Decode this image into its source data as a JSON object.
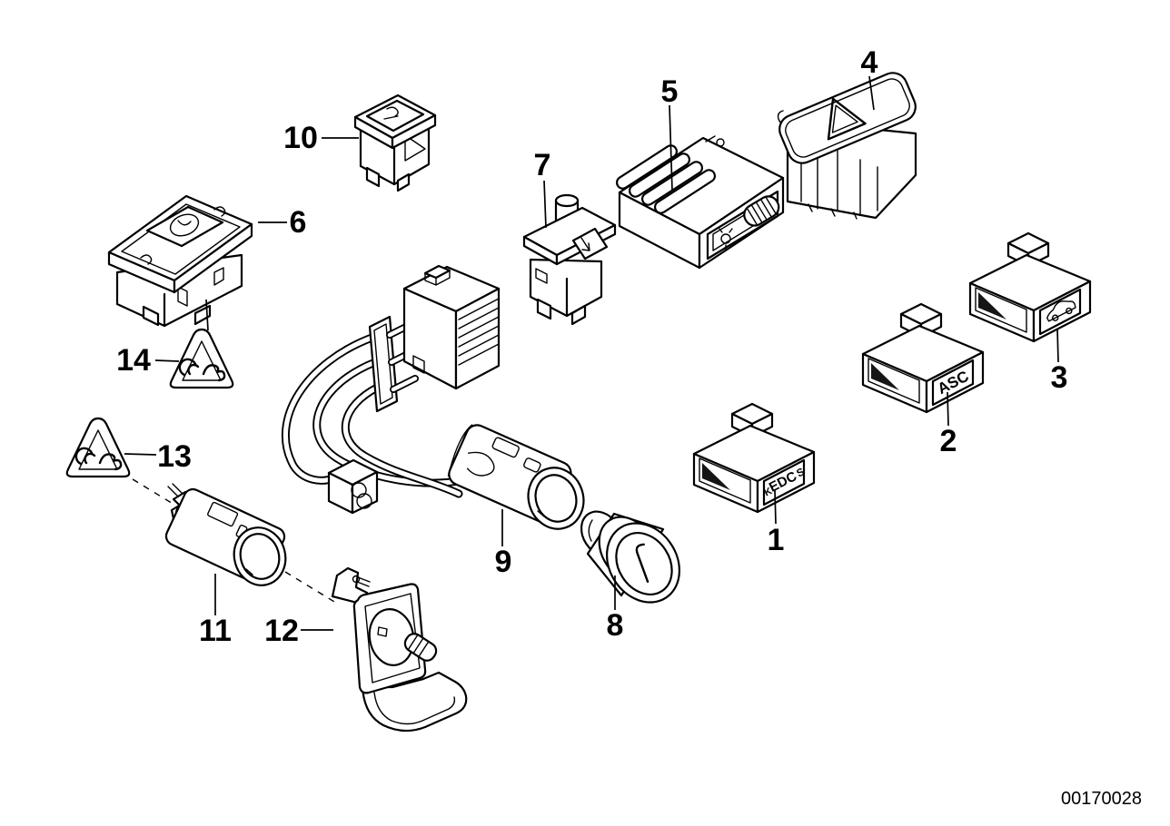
{
  "diagram": {
    "part_number": "00170028",
    "colors": {
      "line": "#000000",
      "background": "#ffffff"
    },
    "callouts": {
      "c1": "1",
      "c2": "2",
      "c3": "3",
      "c4": "4",
      "c5": "5",
      "c6": "6",
      "c7": "7",
      "c8": "8",
      "c9": "9",
      "c10": "10",
      "c11": "11",
      "c12": "12",
      "c13": "13",
      "c14": "14"
    },
    "switch_labels": {
      "asc": "ASC",
      "edc_left": "K",
      "edc_center": "EDC",
      "edc_right": "S"
    },
    "icons": {
      "part4_symbol": "hazard-triangle",
      "part3_symbol": "car-silhouette",
      "part8_symbol": "lighter-coil",
      "warning_label_symbol": "anti-pinch-warning-triangle"
    }
  }
}
